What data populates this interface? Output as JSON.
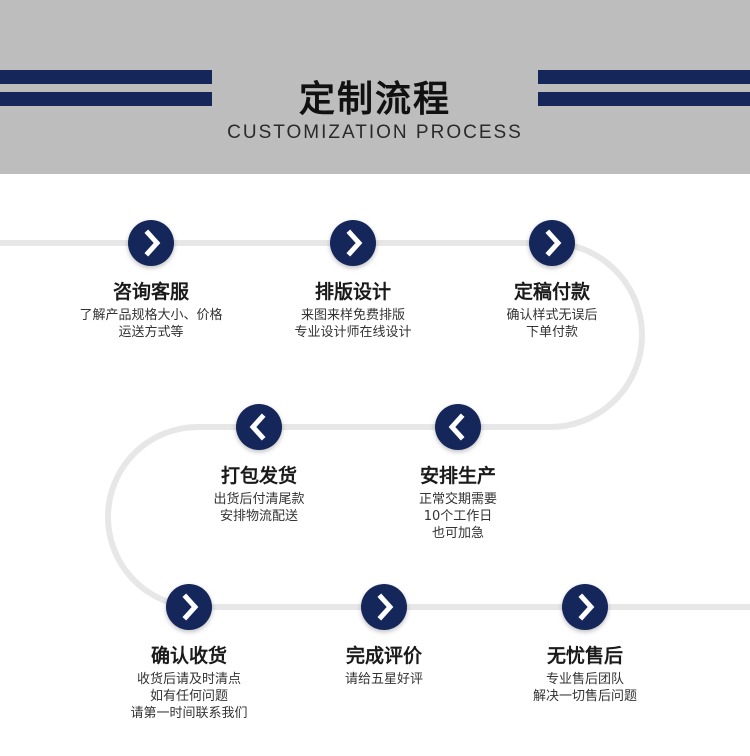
{
  "header": {
    "title": "定制流程",
    "subtitle": "CUSTOMIZATION PROCESS"
  },
  "colors": {
    "header_bg": "#bdbdbd",
    "accent": "#15275a",
    "path": "#e7e7e7"
  },
  "steps": [
    {
      "title": "咨询客服",
      "direction": "right",
      "icon": "chevron-right-icon",
      "lines": [
        "了解产品规格大小、价格",
        "运送方式等"
      ]
    },
    {
      "title": "排版设计",
      "direction": "right",
      "icon": "chevron-right-icon",
      "lines": [
        "来图来样免费排版",
        "专业设计师在线设计"
      ]
    },
    {
      "title": "定稿付款",
      "direction": "right",
      "icon": "chevron-right-icon",
      "lines": [
        "确认样式无误后",
        "下单付款"
      ]
    },
    {
      "title": "打包发货",
      "direction": "left",
      "icon": "chevron-left-icon",
      "lines": [
        "出货后付清尾款",
        "安排物流配送"
      ]
    },
    {
      "title": "安排生产",
      "direction": "left",
      "icon": "chevron-left-icon",
      "lines": [
        "正常交期需要",
        "10个工作日",
        "也可加急"
      ]
    },
    {
      "title": "确认收货",
      "direction": "right",
      "icon": "chevron-right-icon",
      "lines": [
        "收货后请及时清点",
        "如有任何问题",
        "请第一时间联系我们"
      ]
    },
    {
      "title": "完成评价",
      "direction": "right",
      "icon": "chevron-right-icon",
      "lines": [
        "请给五星好评"
      ]
    },
    {
      "title": "无忧售后",
      "direction": "right",
      "icon": "chevron-right-icon",
      "lines": [
        "专业售后团队",
        "解决一切售后问题"
      ]
    }
  ]
}
